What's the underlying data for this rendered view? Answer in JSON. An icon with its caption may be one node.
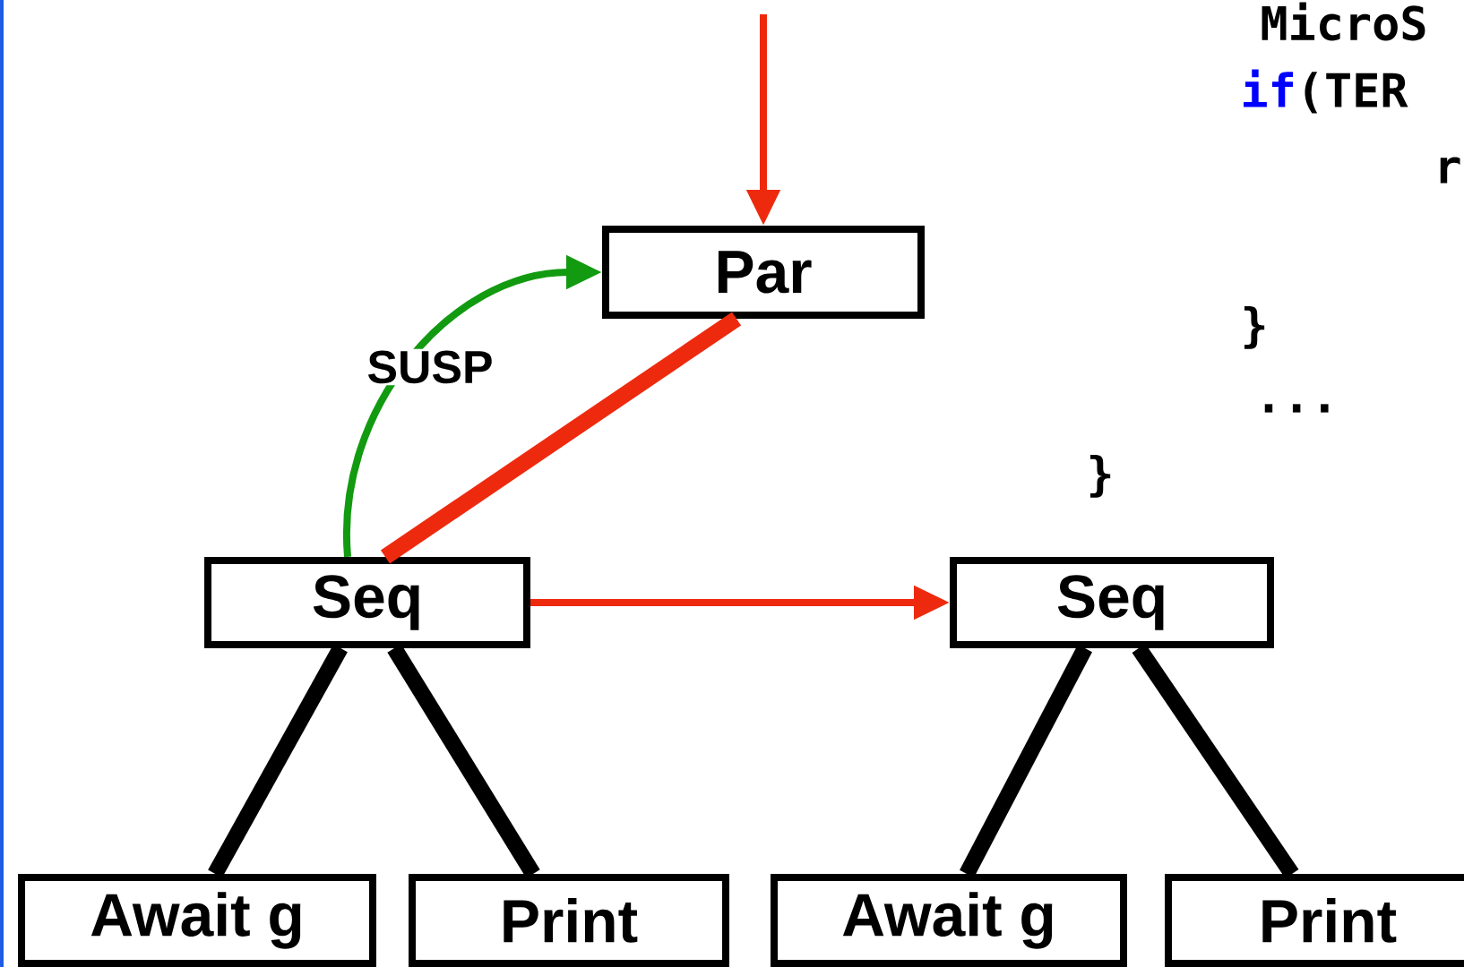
{
  "diagram": {
    "nodes": [
      {
        "text": [
          "Par"
        ]
      },
      {
        "text": [
          "Seq"
        ]
      },
      {
        "text": [
          "Seq"
        ]
      },
      {
        "text": [
          "Await g"
        ]
      },
      {
        "text": [
          "Print"
        ]
      },
      {
        "text": [
          "Await g"
        ]
      },
      {
        "text": [
          "Print"
        ]
      }
    ],
    "edges": [
      {
        "from": null,
        "to": 0,
        "arrow": "to",
        "color": "#ee2a0e"
      },
      {
        "from": 1,
        "to": 0,
        "arrow": "to",
        "label": "SUSP",
        "color": "#129a10"
      },
      {
        "from": 0,
        "to": 1,
        "arrow": "none",
        "color": "#ee2a0e"
      },
      {
        "from": 1,
        "to": 2,
        "arrow": "to",
        "color": "#ee2a0e"
      },
      {
        "from": 1,
        "to": 3,
        "arrow": "none"
      },
      {
        "from": 1,
        "to": 4,
        "arrow": "none"
      },
      {
        "from": 2,
        "to": 5,
        "arrow": "none"
      },
      {
        "from": 2,
        "to": 6,
        "arrow": "none"
      }
    ],
    "labels": [
      "MicroS",
      "if",
      "(TER",
      "r",
      "}",
      "...",
      "}"
    ]
  }
}
